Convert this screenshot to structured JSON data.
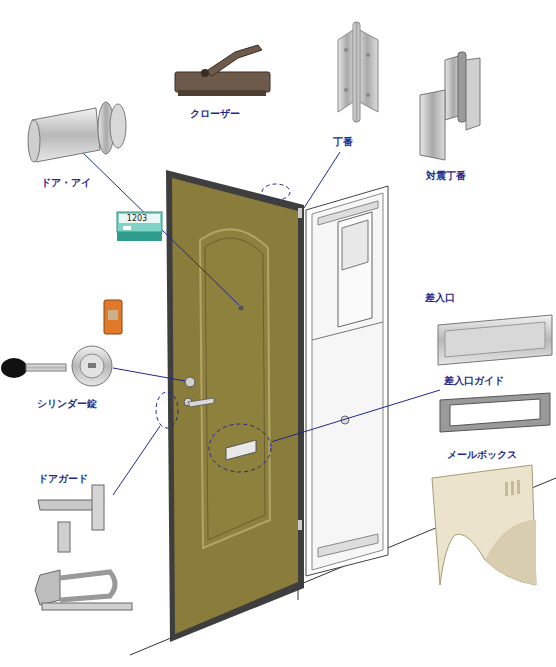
{
  "diagram": {
    "labels": [
      "クローザー",
      "丁番",
      "対震丁番",
      "ドア・アイ",
      "1203",
      "シリンダー錠",
      "ドアガード",
      "差入口",
      "差入口ガイド",
      "メールボックス"
    ]
  }
}
